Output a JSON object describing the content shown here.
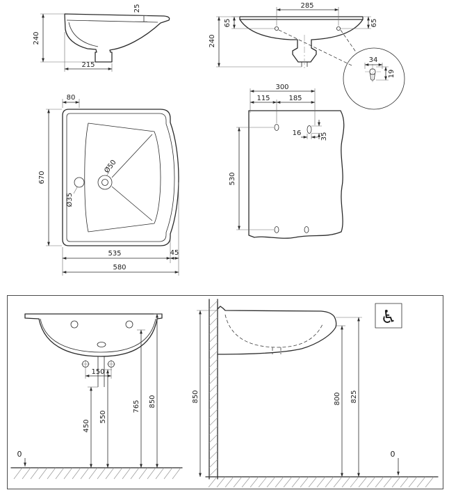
{
  "views": {
    "side": {
      "dim_rim_thickness": "25",
      "dim_height": "240",
      "dim_drain_offset": "215"
    },
    "front": {
      "dim_hole_spacing": "285",
      "dim_left": "65",
      "dim_right": "65",
      "dim_height": "240"
    },
    "hole_detail": {
      "dim_width": "34",
      "dim_height": "19"
    },
    "plan": {
      "dim_tap_offset": "80",
      "dim_width": "670",
      "drain_label": "Ø50",
      "tap_label": "Ø35",
      "dim_body": "535",
      "dim_lip": "45",
      "dim_total": "580"
    },
    "template": {
      "dim_total": "300",
      "dim_left": "115",
      "dim_right": "185",
      "dim_slot_width": "16",
      "dim_slot_height": "35",
      "dim_height": "530"
    },
    "install_front": {
      "dim_bolt_spacing": "150",
      "dim_trap": "450",
      "dim_mid": "550",
      "dim_underside": "765",
      "dim_rim": "850",
      "floor": "0"
    },
    "install_side": {
      "dim_rim": "850",
      "dim_clearance": "800",
      "dim_front_top": "825",
      "floor": "0"
    },
    "accessibility": {
      "symbol": "♿"
    }
  }
}
